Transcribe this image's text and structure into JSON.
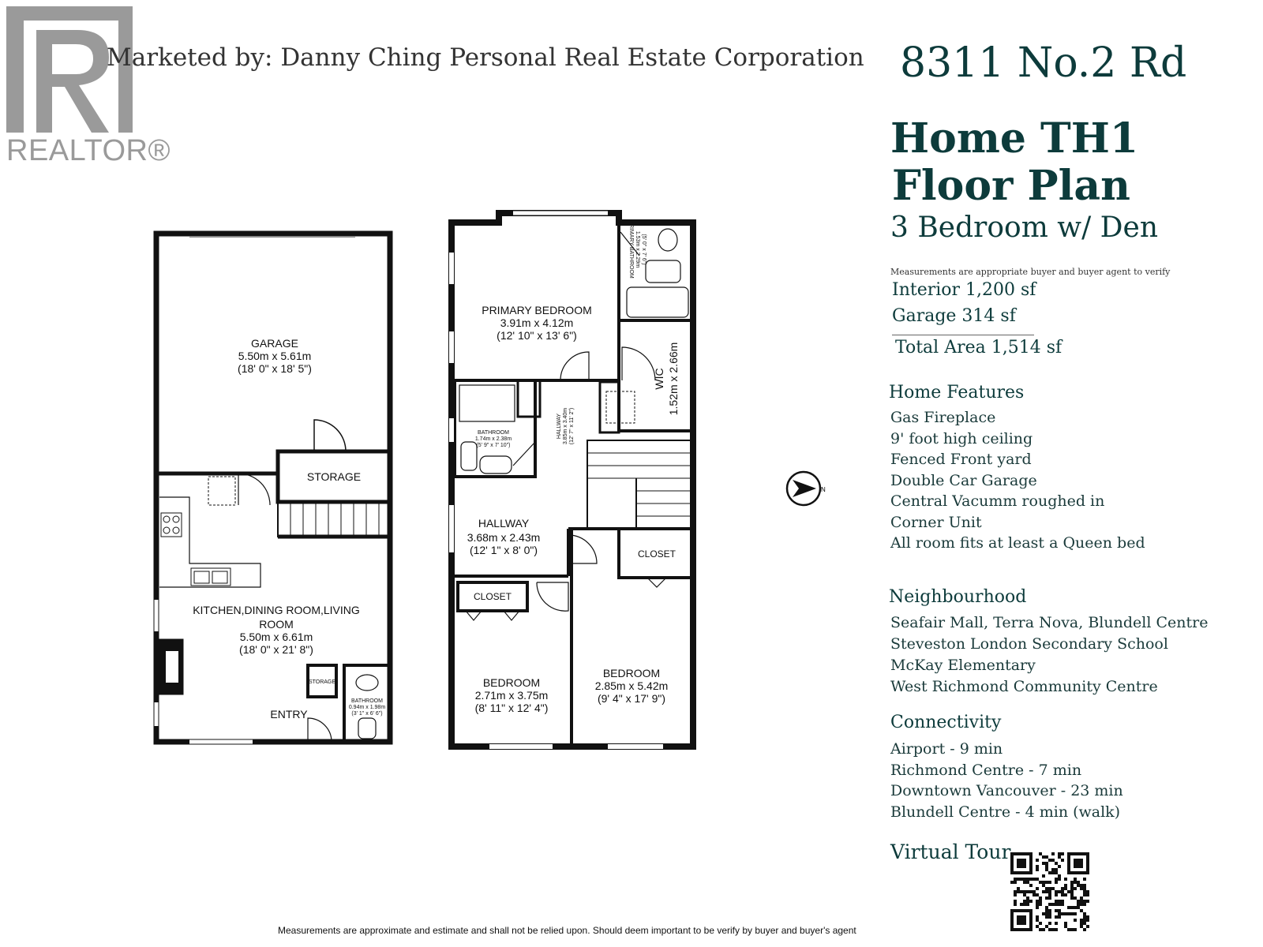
{
  "header": {
    "logo_text": "REALTOR®",
    "marketed_by": "Marketed by: Danny Ching Personal Real Estate Corporation"
  },
  "property": {
    "address": "8311 No.2 Rd",
    "title_line1": "Home TH1",
    "title_line2": "Floor Plan",
    "subtitle": "3 Bedroom w/ Den",
    "measurement_note": "Measurements are appropriate buyer and buyer agent to verify",
    "interior": "Interior 1,200 sf",
    "garage": "Garage 314 sf",
    "total": "Total Area 1,514 sf"
  },
  "features": {
    "heading": "Home Features",
    "items": [
      "Gas Fireplace",
      "9' foot high ceiling",
      "Fenced Front yard",
      "Double Car Garage",
      "Central Vacumm roughed in",
      "Corner Unit",
      "All room fits at least a Queen bed"
    ]
  },
  "neighbourhood": {
    "heading": "Neighbourhood",
    "items": [
      "Seafair Mall, Terra Nova, Blundell Centre",
      "Steveston London Secondary School",
      "McKay Elementary",
      "West Richmond Community Centre"
    ]
  },
  "connectivity": {
    "heading": "Connectivity",
    "items": [
      "Airport - 9 min",
      "Richmond Centre - 7 min",
      "Downtown Vancouver - 23 min",
      "Blundell Centre - 4 min (walk)"
    ]
  },
  "virtual_tour": "Virtual Tour",
  "compass_label": "N",
  "disclaimer": "Measurements are approximate and estimate and shall not be relied upon. Should deem important to be verify by buyer and buyer's agent",
  "rooms": {
    "garage": {
      "name": "GARAGE",
      "metric": "5.50m x 5.61m",
      "imperial": "(18' 0\" x 18' 5\")"
    },
    "storage": {
      "name": "STORAGE"
    },
    "kitchen": {
      "name1": "KITCHEN,DINING ROOM,LIVING",
      "name2": "ROOM",
      "metric": "5.50m x 6.61m",
      "imperial": "(18' 0\" x 21' 8\")"
    },
    "small_storage": {
      "name": "STORAGE"
    },
    "half_bath": {
      "name": "BATHROOM",
      "metric": "0.94m x 1.98m",
      "imperial": "(3' 1\" x 6' 6\")"
    },
    "entry": {
      "name": "ENTRY"
    },
    "primary_bedroom": {
      "name": "PRIMARY BEDROOM",
      "metric": "3.91m x 4.12m",
      "imperial": "(12' 10\" x 13' 6\")"
    },
    "primary_bath": {
      "name": "PRIMARY BATHROOM",
      "metric": "1.53m x 2.29m",
      "imperial": "(5' 0\" x 7' 6\")"
    },
    "wic": {
      "name": "WIC",
      "metric": "1.52m x 2.66m"
    },
    "bathroom": {
      "name": "BATHROOM",
      "metric": "1.74m x 2.38m",
      "imperial": "(5' 9\" x 7' 10\")"
    },
    "upper_hallway": {
      "name": "HALLWAY",
      "metric": "3.85m x 3.40m",
      "imperial": "(12' 7\" x 11' 2\")"
    },
    "hallway": {
      "name": "HALLWAY",
      "metric": "3.68m x 2.43m",
      "imperial": "(12' 1\" x 8' 0\")"
    },
    "closet1": {
      "name": "CLOSET"
    },
    "closet2": {
      "name": "CLOSET"
    },
    "bedroom1": {
      "name": "BEDROOM",
      "metric": "2.71m x 3.75m",
      "imperial": "(8' 11\" x 12' 4\")"
    },
    "bedroom2": {
      "name": "BEDROOM",
      "metric": "2.85m x 5.42m",
      "imperial": "(9' 4\" x 17' 9\")"
    }
  }
}
